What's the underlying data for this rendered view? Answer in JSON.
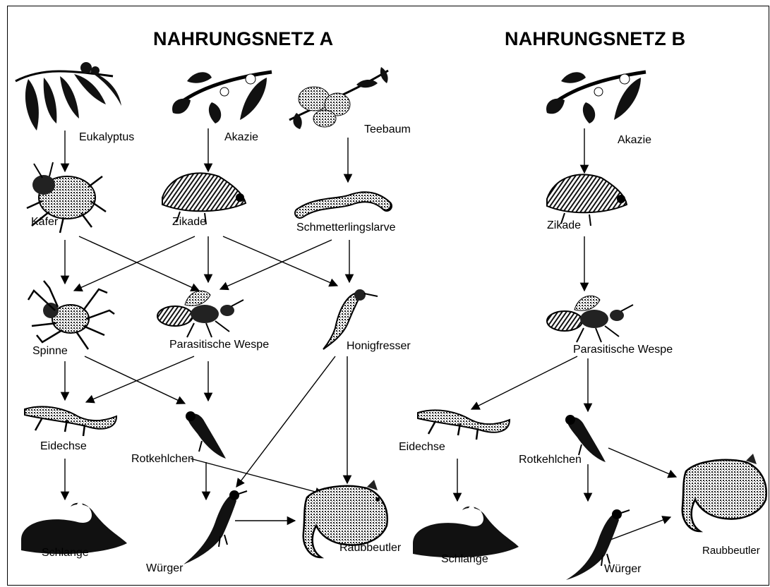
{
  "titles": {
    "a": "NAHRUNGSNETZ A",
    "b": "NAHRUNGSNETZ B"
  },
  "web_a": {
    "eukalyptus": "Eukalyptus",
    "akazie": "Akazie",
    "teebaum": "Teebaum",
    "kaefer": "Käfer",
    "zikade": "Zikade",
    "schmetterlingslarve": "Schmetterlingslarve",
    "spinne": "Spinne",
    "parasitische_wespe": "Parasitische Wespe",
    "honigfresser": "Honigfresser",
    "eidechse": "Eidechse",
    "rotkehlchen": "Rotkehlchen",
    "schlange": "Schlange",
    "wuerger": "Würger",
    "raubbeutler": "Raubbeutler"
  },
  "web_b": {
    "akazie": "Akazie",
    "zikade": "Zikade",
    "parasitische_wespe": "Parasitische Wespe",
    "eidechse": "Eidechse",
    "rotkehlchen": "Rotkehlchen",
    "schlange": "Schlange",
    "wuerger": "Würger",
    "raubbeutler": "Raubbeutler"
  },
  "colors": {
    "ink": "#000000",
    "pattern": "#555555",
    "paper": "#ffffff"
  }
}
